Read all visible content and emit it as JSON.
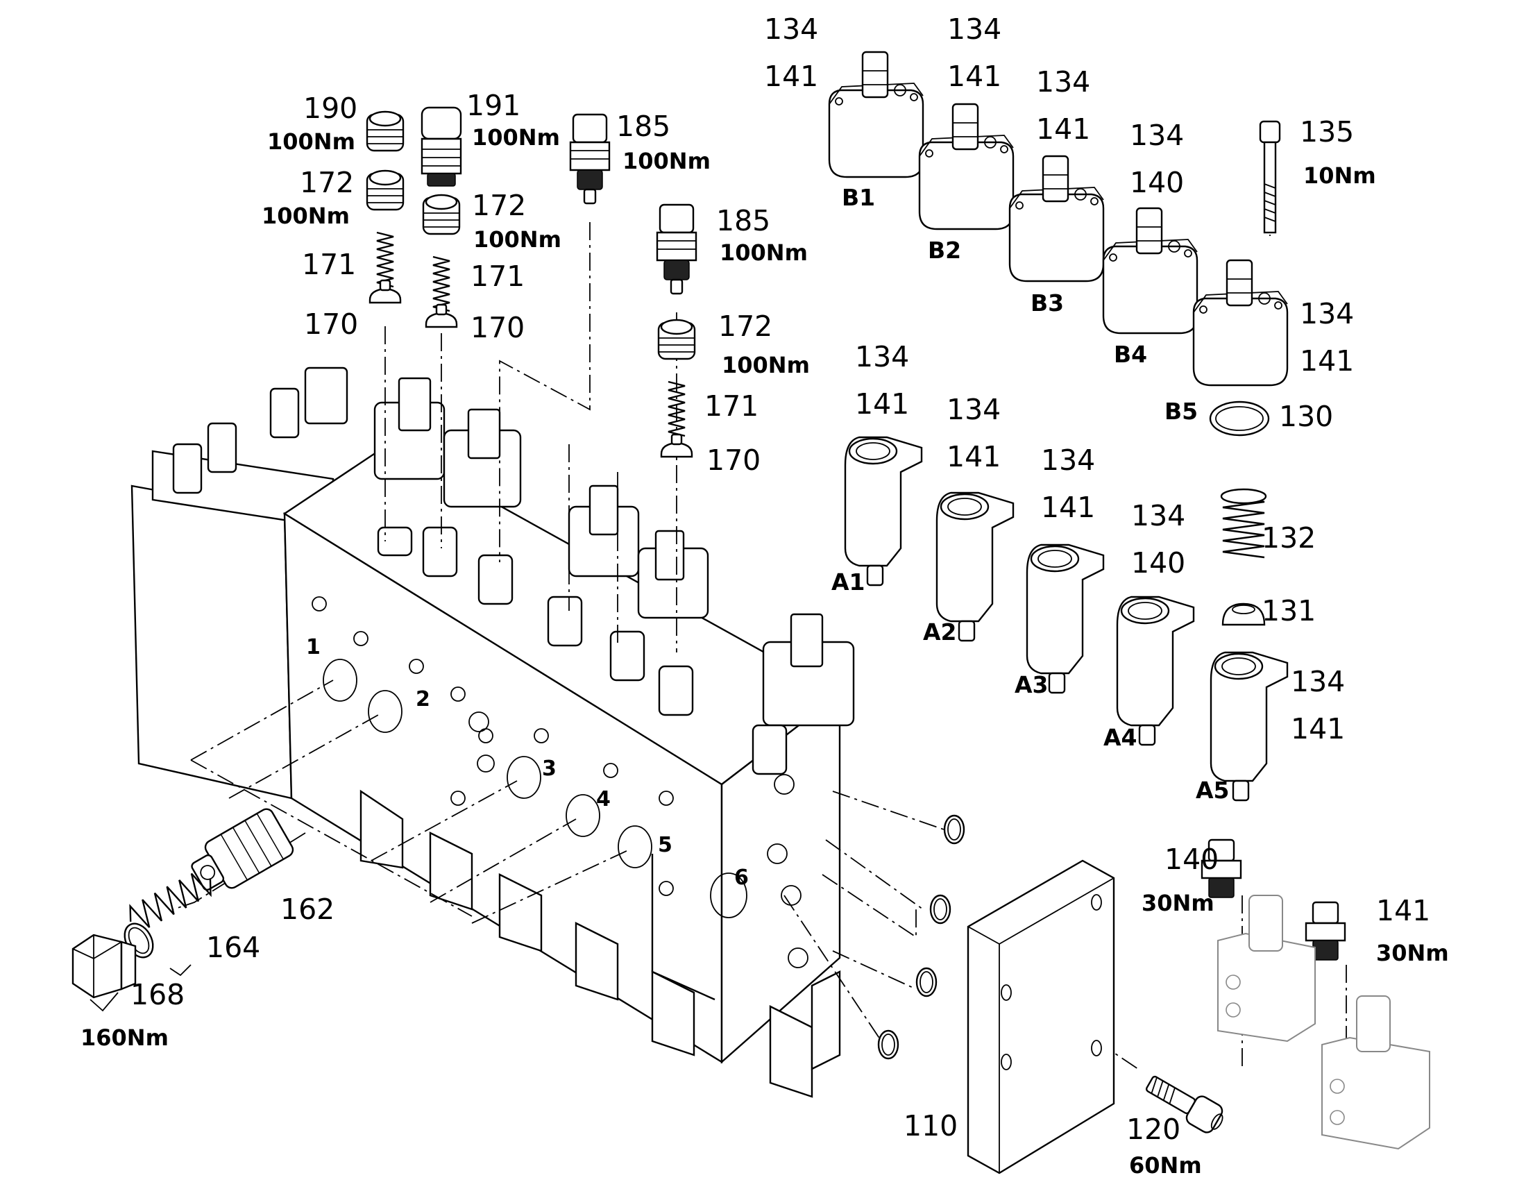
{
  "parts": {
    "p110": "110",
    "p120": "120",
    "p130": "130",
    "p131": "131",
    "p132": "132",
    "p135": "135",
    "p162": "162",
    "p164": "164",
    "p168": "168",
    "p170": "170",
    "p171": "171",
    "p172": "172",
    "p185": "185",
    "p190": "190",
    "p191": "191",
    "p134": "134",
    "p140": "140",
    "p141": "141"
  },
  "torques": {
    "t100": "100Nm",
    "t10": "10Nm",
    "t30": "30Nm",
    "t60": "60Nm",
    "t160": "160Nm"
  },
  "sections": {
    "b1": "B1",
    "b2": "B2",
    "b3": "B3",
    "b4": "B4",
    "b5": "B5",
    "a1": "A1",
    "a2": "A2",
    "a3": "A3",
    "a4": "A4",
    "a5": "A5"
  },
  "ports": {
    "n1": "1",
    "n2": "2",
    "n3": "3",
    "n4": "4",
    "n5": "5",
    "n6": "6"
  }
}
